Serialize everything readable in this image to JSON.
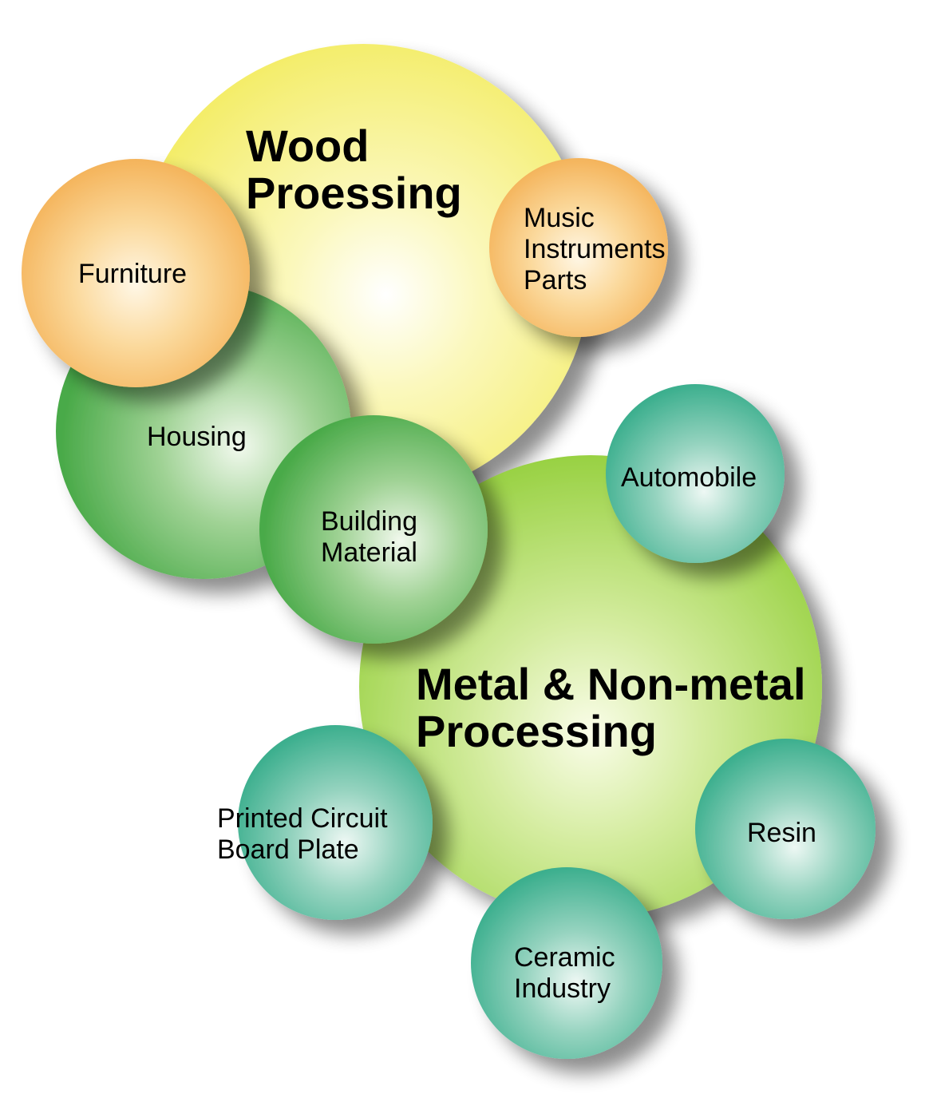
{
  "colors": {
    "wood": "#f6f07a",
    "orange": "#f6bf6a",
    "green": "#5cb85a",
    "lime": "#a4d94f",
    "teal": "#4cb89a"
  },
  "wood": {
    "line1": "Wood",
    "line2": "Proessing"
  },
  "metal": {
    "line1": "Metal & Non-metal",
    "line2": "Processing"
  },
  "bubbles": {
    "furniture": "Furniture",
    "music": {
      "line1": "Music",
      "line2": "Instruments",
      "line3": "Parts"
    },
    "housing": "Housing",
    "building": {
      "line1": "Building",
      "line2": "Material"
    },
    "automobile": "Automobile",
    "pcb": {
      "line1": "Printed Circuit",
      "line2": "Board Plate"
    },
    "resin": "Resin",
    "ceramic": {
      "line1": "Ceramic",
      "line2": "Industry"
    }
  }
}
